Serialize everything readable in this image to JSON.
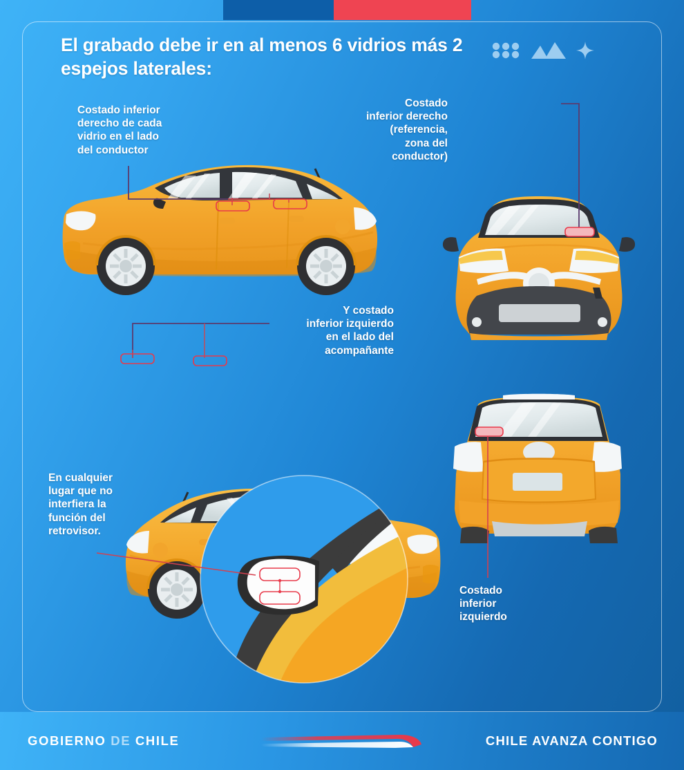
{
  "header": {
    "title": "El grabado debe ir en al menos 6 vidrios más 2 espejos laterales:",
    "deco_icons": [
      "dot-grid-icon",
      "mountains-icon",
      "sparkle-icon"
    ]
  },
  "labels": {
    "driver_side_windows": "Costado inferior\nderecho de cada\nvidrio en el lado\ndel conductor",
    "windshield_reference": "Costado\ninferior derecho\n(referencia,\nzona del\nconductor)",
    "passenger_side_windows": "Y costado\ninferior izquierdo\nen el lado del\nacompañante",
    "mirror_note": "En cualquier\nlugar que no\ninterfiera la\nfunción del\nretrovisor.",
    "rear_window": "Costado\ninferior\nizquierdo"
  },
  "diagram": {
    "views": [
      {
        "id": "side-view-driver",
        "caption_ref": "driver_side_windows",
        "marker_count": 2
      },
      {
        "id": "side-view-passenger",
        "caption_ref": "passenger_side_windows",
        "marker_count": 2
      },
      {
        "id": "front-view",
        "caption_ref": "windshield_reference",
        "marker_count": 1
      },
      {
        "id": "rear-view",
        "caption_ref": "rear_window",
        "marker_count": 1
      },
      {
        "id": "mirror-detail-zoom",
        "caption_ref": "mirror_note",
        "marker_count": 2
      }
    ]
  },
  "footer": {
    "government_prefix": "GOBIERNO ",
    "government_de": "DE ",
    "government_suffix": "CHILE",
    "slogan": "CHILE AVANZA CONTIGO",
    "ribbon_icon": "chile-flag-ribbon-icon"
  },
  "colors": {
    "background_light": "#3fb3f7",
    "background_dark": "#125f9f",
    "accent_red": "#ef4452",
    "accent_navy": "#0d5ea8",
    "car_body": "#f5a623",
    "car_body_light": "#f7b733",
    "marker_red": "#e8394a",
    "connector": "#5b3b6e",
    "glass": "#e8eef0",
    "tire": "#3a3a3a"
  }
}
